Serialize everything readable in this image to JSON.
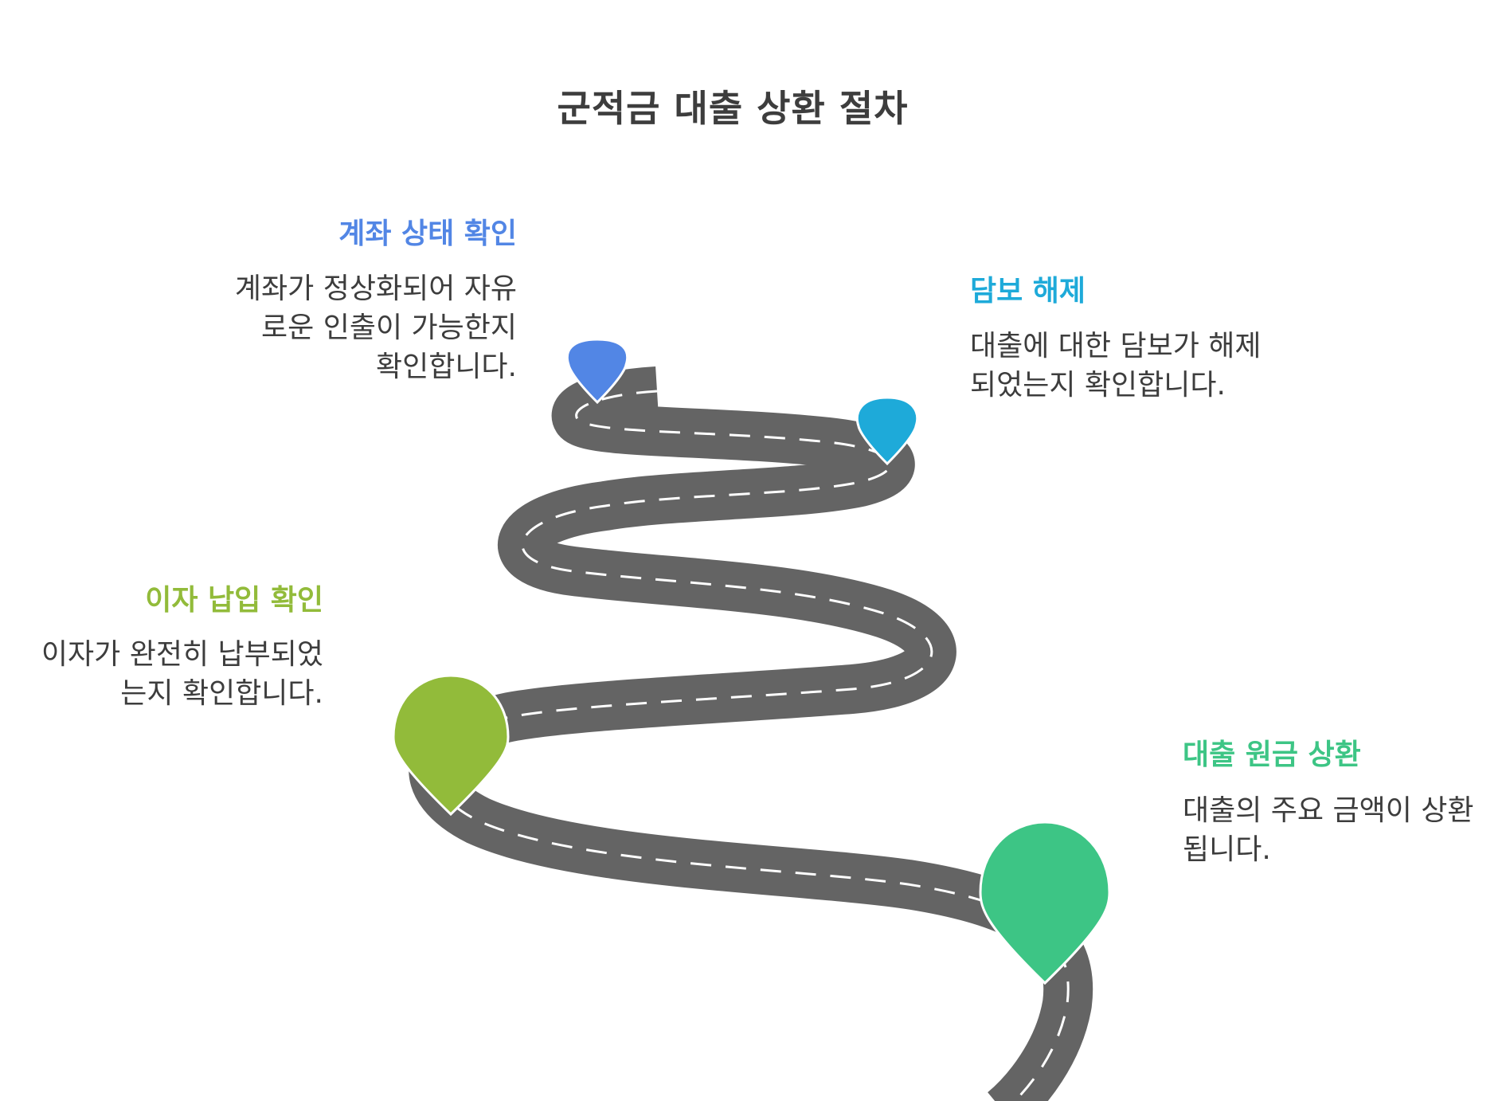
{
  "title": "군적금 대출 상환 절차",
  "steps": [
    {
      "title": "계좌 상태 확인",
      "description": "계좌가 정상화되어 자유로운 인출이 가능한지 확인합니다.",
      "color": "#5286E5"
    },
    {
      "title": "담보 해제",
      "description": "대출에 대한 담보가 해제되었는지 확인합니다.",
      "color": "#1EAAD9"
    },
    {
      "title": "이자 납입 확인",
      "description": "이자가 완전히 납부되었는지 확인합니다.",
      "color": "#92BB3A"
    },
    {
      "title": "대출 원금 상환",
      "description": "대출의 주요 금액이 상환됩니다.",
      "color": "#3DC585"
    }
  ],
  "colors": {
    "road": "#646464",
    "dash": "#ffffff",
    "title": "#3d3d3d",
    "text": "#3d3d3d"
  }
}
